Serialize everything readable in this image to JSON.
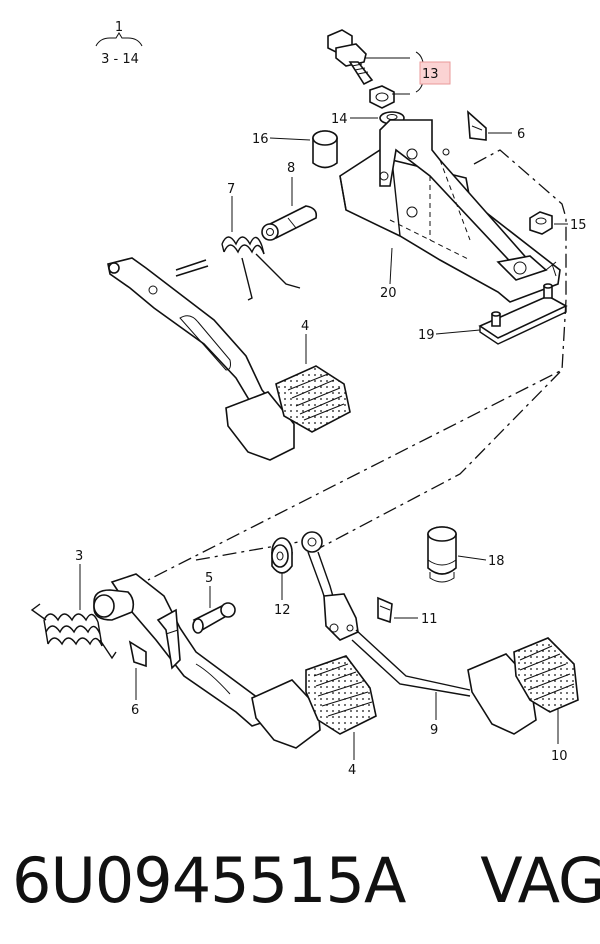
{
  "group_label": {
    "number": "1",
    "range": "3 - 14"
  },
  "callouts": {
    "c13": "13",
    "c14": "14",
    "c6a": "6",
    "c16": "16",
    "c8": "8",
    "c7": "7",
    "c15": "15",
    "c20": "20",
    "c19": "19",
    "c4a": "4",
    "c3": "3",
    "c5": "5",
    "c12": "12",
    "c18": "18",
    "c11": "11",
    "c6b": "6",
    "c9": "9",
    "c4b": "4",
    "c10": "10"
  },
  "footer": {
    "part_number": "6U0945515A",
    "brand": "VAG",
    "separator": "    "
  },
  "colors": {
    "highlight_fill": "#fbd3d3",
    "highlight_stroke": "#e89a9a",
    "ink": "#111111"
  }
}
